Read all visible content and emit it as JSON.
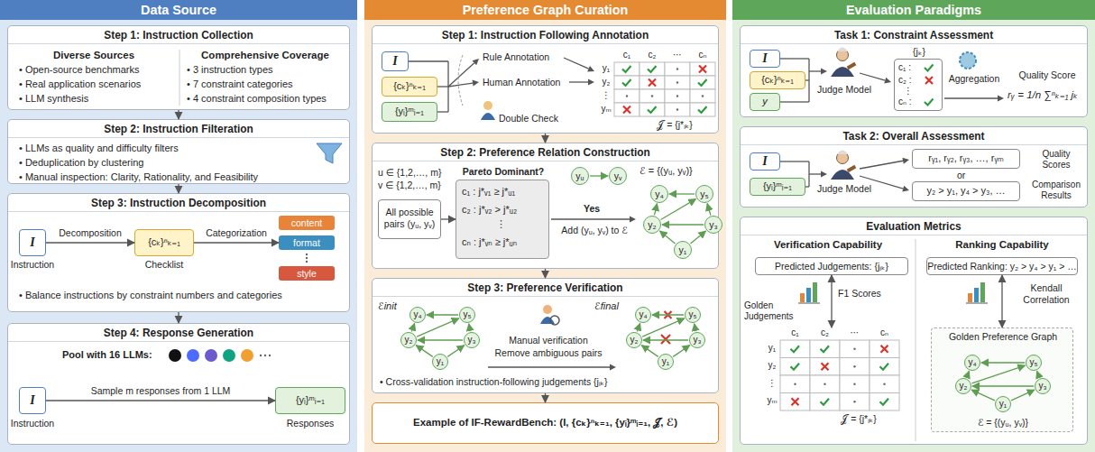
{
  "diagram": {
    "nodes": [
      {
        "text": [
          "Data Source"
        ]
      },
      {
        "text": [
          "Step 1: Instruction Collection",
          "Diverse Sources",
          "• Open-source benchmarks",
          "• Real application scenarios",
          "• LLM synthesis",
          "Comprehensive Coverage",
          "• 3 instruction types",
          "• 7 constraint categories",
          "• 4 constraint composition types"
        ],
        "in": 0
      },
      {
        "text": [
          "Step 2: Instruction Filteration",
          "• LLMs as quality and difficulty filters",
          "• Deduplication by clustering",
          "• Manual inspection: Clarity, Rationality, and Feasibility"
        ],
        "in": 0
      },
      {
        "text": [
          "Step 3: Instruction Decomposition",
          "Instruction",
          "Checklist",
          "• Balance instructions by constraint numbers and categories"
        ],
        "in": 0
      },
      {
        "text": [
          "I"
        ],
        "in": 3
      },
      {
        "text": [
          "{cₖ}ⁿₖ₌₁"
        ],
        "in": 3
      },
      {
        "text": [
          "content"
        ],
        "in": 3
      },
      {
        "text": [
          "format"
        ],
        "in": 3
      },
      {
        "text": [
          "style"
        ],
        "in": 3
      },
      {
        "text": [
          "Step 4: Response Generation",
          "Pool with 16 LLMs:",
          "Instruction",
          "Responses"
        ],
        "in": 0
      },
      {
        "text": [
          "I"
        ],
        "in": 9
      },
      {
        "text": [
          "{yᵢ}ᵐᵢ₌₁"
        ],
        "in": 9
      },
      {
        "text": [
          "Preference Graph Curation"
        ]
      },
      {
        "text": [
          "Step 1: Instruction Following Annotation",
          "Rule Annotation",
          "Human Annotation",
          "Double Check"
        ],
        "in": 12
      },
      {
        "text": [
          "I"
        ],
        "in": 13
      },
      {
        "text": [
          "{cₖ}ⁿₖ₌₁"
        ],
        "in": 13
      },
      {
        "text": [
          "{yᵢ}ᵐᵢ₌₁"
        ],
        "in": 13
      },
      {
        "text": [
          "c₁",
          "c₂",
          "⋯",
          "cₙ",
          "y₁",
          "y₂",
          "⋮",
          "yₘ",
          "𝒥 = {j*ᵢₖ}"
        ],
        "in": 13
      },
      {
        "text": [
          "Step 2: Preference Relation Construction",
          "u ∈ {1,2,…, m}",
          "v ∈ {1,2,…, m}",
          "Yes",
          "Add (yᵤ, yᵥ) to ℰ",
          "ℰ = {(yᵤ, yᵥ)}"
        ],
        "in": 12
      },
      {
        "text": [
          "All possible pairs (yᵤ, yᵥ)"
        ],
        "in": 18
      },
      {
        "text": [
          "Pareto Dominant?",
          "c₁ : j*ᵥ₁ ≥ j*ᵤ₁",
          "c₂ : j*ᵥ₂ > j*ᵤ₂",
          "⋮",
          "cₙ : j*ᵥₙ ≥ j*ᵤₙ"
        ],
        "in": 18
      },
      {
        "text": [
          "yᵤ"
        ],
        "in": 18
      },
      {
        "text": [
          "yᵥ"
        ],
        "in": 18
      },
      {
        "text": [
          "y₄"
        ],
        "in": 18
      },
      {
        "text": [
          "y₅"
        ],
        "in": 18
      },
      {
        "text": [
          "y₂"
        ],
        "in": 18
      },
      {
        "text": [
          "y₃"
        ],
        "in": 18
      },
      {
        "text": [
          "y₁"
        ],
        "in": 18
      },
      {
        "text": [
          "Step 3: Preference Verification",
          "ℰinit",
          "Manual verification",
          "Remove ambiguous pairs",
          "ℰfinal",
          "• Cross-validation instruction-following judgements {jᵢₖ}"
        ],
        "in": 12
      },
      {
        "text": [
          "y₄"
        ],
        "in": 28
      },
      {
        "text": [
          "y₅"
        ],
        "in": 28
      },
      {
        "text": [
          "y₂"
        ],
        "in": 28
      },
      {
        "text": [
          "y₃"
        ],
        "in": 28
      },
      {
        "text": [
          "y₁"
        ],
        "in": 28
      },
      {
        "text": [
          "y₄"
        ],
        "in": 28
      },
      {
        "text": [
          "y₅"
        ],
        "in": 28
      },
      {
        "text": [
          "y₂"
        ],
        "in": 28
      },
      {
        "text": [
          "y₃"
        ],
        "in": 28
      },
      {
        "text": [
          "y₁"
        ],
        "in": 28
      },
      {
        "text": [
          "Example of IF-RewardBench: (I, {cₖ}ⁿₖ₌₁, {yᵢ}ᵐᵢ₌₁, 𝒥, ℰ)"
        ],
        "in": 12
      },
      {
        "text": [
          "Evaluation Paradigms"
        ]
      },
      {
        "text": [
          "Task 1: Constraint Assessment",
          "Judge Model",
          "Aggregation",
          "rᵧ = 1/n ∑ⁿₖ₌₁ jₖ",
          "Quality Score"
        ],
        "in": 40
      },
      {
        "text": [
          "I"
        ],
        "in": 41
      },
      {
        "text": [
          "{cₖ}ⁿₖ₌₁"
        ],
        "in": 41
      },
      {
        "text": [
          "y"
        ],
        "in": 41
      },
      {
        "text": [
          "{jₖ}",
          "c₁ :",
          "c₂ :",
          "⋮",
          "cₙ :"
        ],
        "in": 41
      },
      {
        "text": [
          "Task 2: Overall Assessment",
          "Judge Model",
          "or",
          "Quality Scores",
          "Comparison Results"
        ],
        "in": 40
      },
      {
        "text": [
          "I"
        ],
        "in": 46
      },
      {
        "text": [
          "{yᵢ}ᵐᵢ₌₁"
        ],
        "in": 46
      },
      {
        "text": [
          "rᵧ₁, rᵧ₂, rᵧ₃, …, rᵧₘ"
        ],
        "in": 46
      },
      {
        "text": [
          "y₂ > y₁, y₄ > y₃, …"
        ],
        "in": 46
      },
      {
        "text": [
          "Evaluation Metrics"
        ],
        "in": 40
      },
      {
        "text": [
          "Verification Capability",
          "F1 Scores"
        ],
        "in": 51
      },
      {
        "text": [
          "Predicted Judgements: {jᵢₖ}"
        ],
        "in": 52
      },
      {
        "text": [
          "Golden Judgements",
          "c₁",
          "c₂",
          "⋯",
          "cₙ",
          "y₁",
          "y₂",
          "⋮",
          "yₘ",
          "𝒥 = {j*ᵢₖ}"
        ],
        "in": 52
      },
      {
        "text": [
          "Ranking Capability",
          "Kendall Correlation"
        ],
        "in": 51
      },
      {
        "text": [
          "Predicted Ranking: y₂ > y₄ > y₁ > …"
        ],
        "in": 55
      },
      {
        "text": [
          "Golden Preference Graph",
          "ℰ = {(yᵤ, yᵥ)}"
        ],
        "in": 55
      },
      {
        "text": [
          "y₄"
        ],
        "in": 57
      },
      {
        "text": [
          "y₅"
        ],
        "in": 57
      },
      {
        "text": [
          "y₂"
        ],
        "in": 57
      },
      {
        "text": [
          "y₃"
        ],
        "in": 57
      },
      {
        "text": [
          "y₁"
        ],
        "in": 57
      }
    ],
    "edges": [
      {
        "from": 1,
        "to": 2,
        "arrow": "to"
      },
      {
        "from": 2,
        "to": 3,
        "arrow": "to"
      },
      {
        "from": 3,
        "to": 9,
        "arrow": "to"
      },
      {
        "from": 4,
        "to": 5,
        "label": "Decomposition",
        "arrow": "to"
      },
      {
        "from": 5,
        "to": 7,
        "label": "Categorization",
        "arrow": "to"
      },
      {
        "from": 10,
        "to": 11,
        "label": "Sample m responses from 1 LLM",
        "arrow": "to"
      },
      {
        "from": 13,
        "to": 18,
        "arrow": "to"
      },
      {
        "from": 18,
        "to": 28,
        "arrow": "to"
      },
      {
        "from": 28,
        "to": 39,
        "arrow": "to"
      },
      {
        "from": 19,
        "to": 20,
        "arrow": "to"
      },
      {
        "from": 21,
        "to": 22,
        "arrow": "to"
      },
      {
        "from": 27,
        "to": 25,
        "arrow": "to"
      },
      {
        "from": 27,
        "to": 26,
        "arrow": "to"
      },
      {
        "from": 25,
        "to": 23,
        "arrow": "to"
      },
      {
        "from": 25,
        "to": 24,
        "arrow": "to"
      },
      {
        "from": 26,
        "to": 24,
        "arrow": "to"
      },
      {
        "from": 26,
        "to": 25,
        "arrow": "to"
      },
      {
        "from": 24,
        "to": 23,
        "arrow": "to"
      },
      {
        "from": 33,
        "to": 31,
        "arrow": "to"
      },
      {
        "from": 33,
        "to": 32,
        "arrow": "to"
      },
      {
        "from": 31,
        "to": 29,
        "arrow": "to"
      },
      {
        "from": 31,
        "to": 30,
        "arrow": "to"
      },
      {
        "from": 32,
        "to": 30,
        "arrow": "to"
      },
      {
        "from": 32,
        "to": 31,
        "arrow": "to"
      },
      {
        "from": 30,
        "to": 29,
        "arrow": "to"
      },
      {
        "from": 38,
        "to": 36,
        "arrow": "to"
      },
      {
        "from": 38,
        "to": 37,
        "arrow": "to"
      },
      {
        "from": 36,
        "to": 34,
        "arrow": "to"
      },
      {
        "from": 36,
        "to": 35,
        "arrow": "to"
      },
      {
        "from": 37,
        "to": 35,
        "arrow": "to"
      },
      {
        "from": 37,
        "to": 36,
        "arrow": "to"
      },
      {
        "from": 35,
        "to": 34,
        "arrow": "to"
      },
      {
        "from": 62,
        "to": 60,
        "arrow": "to"
      },
      {
        "from": 62,
        "to": 61,
        "arrow": "to"
      },
      {
        "from": 60,
        "to": 58,
        "arrow": "to"
      },
      {
        "from": 60,
        "to": 59,
        "arrow": "to"
      },
      {
        "from": 61,
        "to": 59,
        "arrow": "to"
      },
      {
        "from": 61,
        "to": 60,
        "arrow": "to"
      },
      {
        "from": 59,
        "to": 58,
        "arrow": "to"
      },
      {
        "from": 53,
        "to": 54,
        "arrow": "both"
      },
      {
        "from": 56,
        "to": 57,
        "arrow": "both"
      }
    ]
  }
}
